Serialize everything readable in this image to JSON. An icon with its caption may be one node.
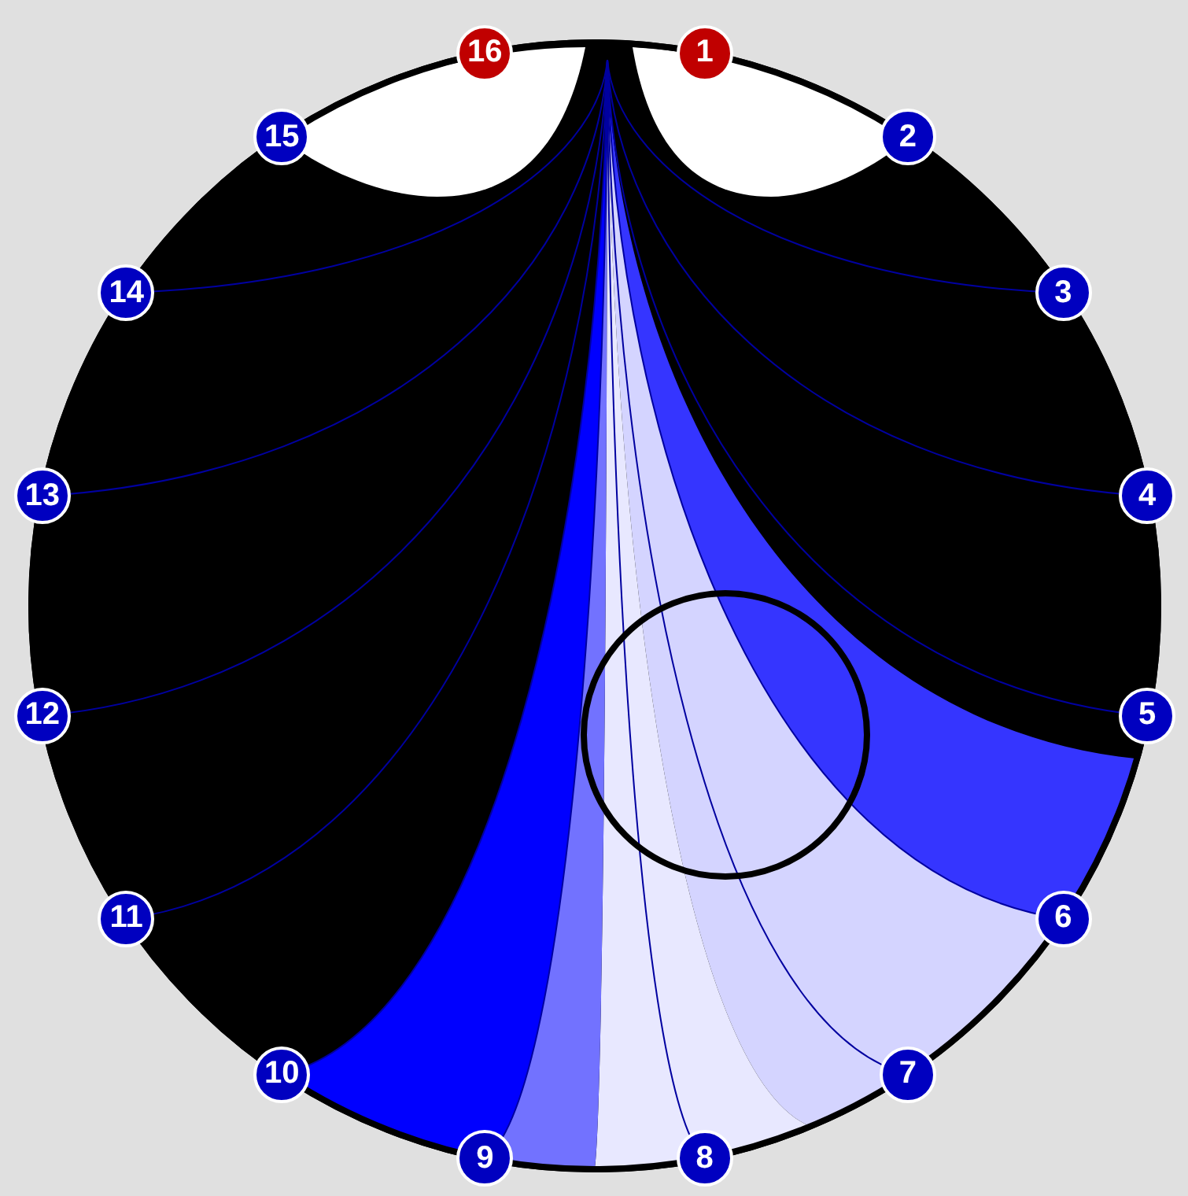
{
  "diagram": {
    "nodes": [
      {
        "text": [
          "16"
        ]
      },
      {
        "text": [
          "1"
        ]
      },
      {
        "text": [
          "15"
        ]
      },
      {
        "text": [
          "2"
        ]
      },
      {
        "text": [
          "14"
        ]
      },
      {
        "text": [
          "3"
        ]
      },
      {
        "text": [
          "13"
        ]
      },
      {
        "text": [
          "4"
        ]
      },
      {
        "text": [
          "12"
        ]
      },
      {
        "text": [
          "5"
        ]
      },
      {
        "text": [
          "11"
        ]
      },
      {
        "text": [
          "6"
        ]
      },
      {
        "text": [
          "10"
        ]
      },
      {
        "text": [
          "7"
        ]
      },
      {
        "text": [
          "9"
        ]
      },
      {
        "text": [
          "8"
        ]
      }
    ]
  }
}
